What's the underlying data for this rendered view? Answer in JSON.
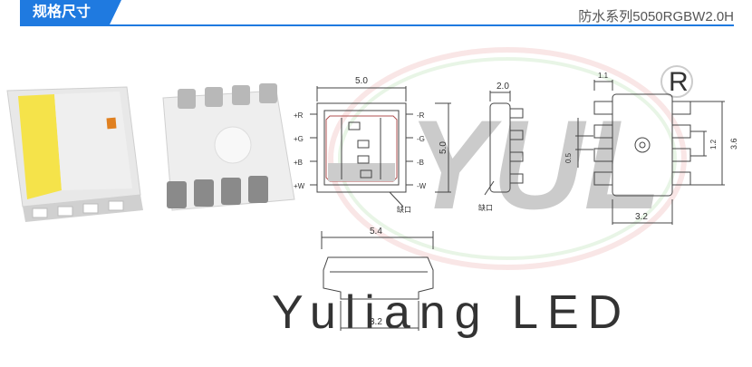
{
  "header": {
    "tab_label": "规格尺寸",
    "product_name": "防水系列5050RGBW2.0H"
  },
  "colors": {
    "accent": "#1f7ae0",
    "line": "#444444",
    "lens_yellow": "#f5e34a"
  },
  "watermark": {
    "brand_logo_text": "YUL",
    "brand_name": "Yuliang LED",
    "registered_mark": "R"
  },
  "top_view": {
    "width_dim": "5.0",
    "height_dim": "5.0",
    "pins_left": [
      "+R",
      "+G",
      "+B",
      "+W"
    ],
    "pins_right": [
      "-R",
      "-G",
      "-B",
      "-W"
    ],
    "notch_label": "缺口"
  },
  "side_view": {
    "width_dim": "2.0",
    "notch_label": "缺口"
  },
  "bottom_view": {
    "pad_width": "1.1",
    "pitch": "0.5",
    "pad_span": "1.2",
    "height_dim": "3.6",
    "base_width": "3.2"
  },
  "front_view": {
    "width_dim": "5.4",
    "base_width": "3.2"
  }
}
